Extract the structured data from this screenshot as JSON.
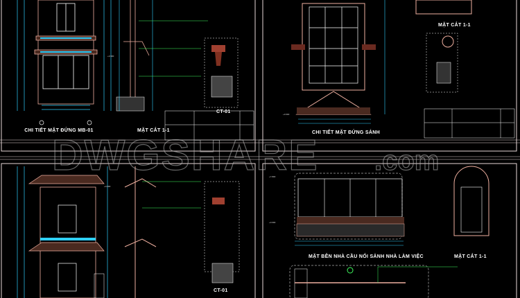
{
  "sheets": [
    {
      "title": "CHI TIẾT MẶT ĐỨNG MB-01",
      "section_title": "MẶT CẮT 1-1",
      "detail_label": "CT-01"
    },
    {
      "title": "CHI TIẾT MẶT ĐỨNG SẢNH",
      "section_title": "MẶT CẮT 1-1"
    },
    {
      "title": "",
      "section_title": "",
      "detail_label": "CT-01"
    },
    {
      "title": "MẶT BÊN NHÀ CẦU NỐI SẢNH NHÀ LÀM VIỆC",
      "section_title": "MẶT CẮT 1-1"
    }
  ],
  "levels": {
    "a": "+3.900",
    "b": "+3.600",
    "c": "+0.000",
    "d": "+7.800",
    "e": "+3.600"
  },
  "watermark": {
    "main": "DWGSHARE",
    "suffix": ".com"
  },
  "colors": {
    "background": "#000000",
    "frame": "#e8d8d8",
    "dimension": "#2fd0ff",
    "outline": "#f0b0a0",
    "text": "#ffffff",
    "leader": "#40ff60"
  }
}
